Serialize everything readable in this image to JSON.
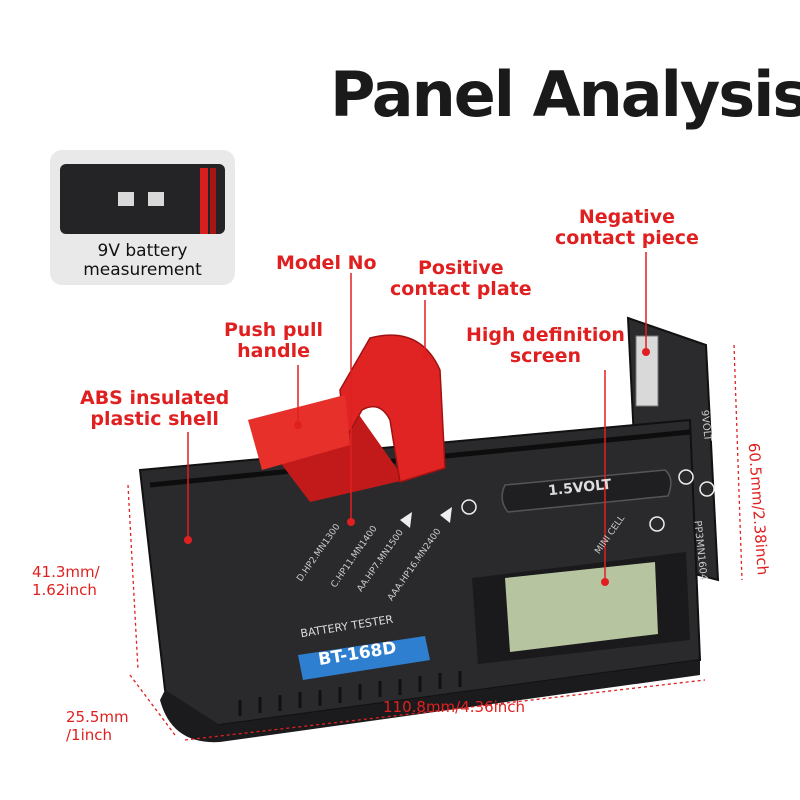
{
  "title": "Panel Analysis",
  "inset": {
    "line1": "9V battery",
    "line2": "measurement"
  },
  "callouts": {
    "negative_contact": {
      "line1": "Negative",
      "line2": "contact piece"
    },
    "model_no": "Model No",
    "positive_contact": {
      "line1": "Positive",
      "line2": "contact plate"
    },
    "push_pull": {
      "line1": "Push pull",
      "line2": "handle"
    },
    "screen": {
      "line1": "High definition",
      "line2": "screen"
    },
    "shell": {
      "line1": "ABS insulated",
      "line2": "plastic shell"
    }
  },
  "dimensions": {
    "height_right": "60.5mm/2.38inch",
    "height_left": {
      "line1": "41.3mm/",
      "line2": "1.62inch"
    },
    "depth": {
      "line1": "25.5mm",
      "line2": "/1inch"
    },
    "length": "110.8mm/4.36inch"
  },
  "device": {
    "model": "BT-168D",
    "name": "BATTERY TESTER",
    "battery_label": "1.5VOLT",
    "slot_labels": [
      "D.HP2.MN1300",
      "C.HP11.MN1400",
      "AA.HP7.MN1500",
      "AAA.HP16.MN2400"
    ],
    "mini_cell": "MINI CELL",
    "nine_volt": "9VOLT",
    "pp3": "PP3MN1604"
  },
  "colors": {
    "accent": "#e02020",
    "body": "#2a2a2c",
    "handle": "#d81e1e",
    "badge": "#2f7fd1",
    "screen": "#b7c4a0"
  }
}
